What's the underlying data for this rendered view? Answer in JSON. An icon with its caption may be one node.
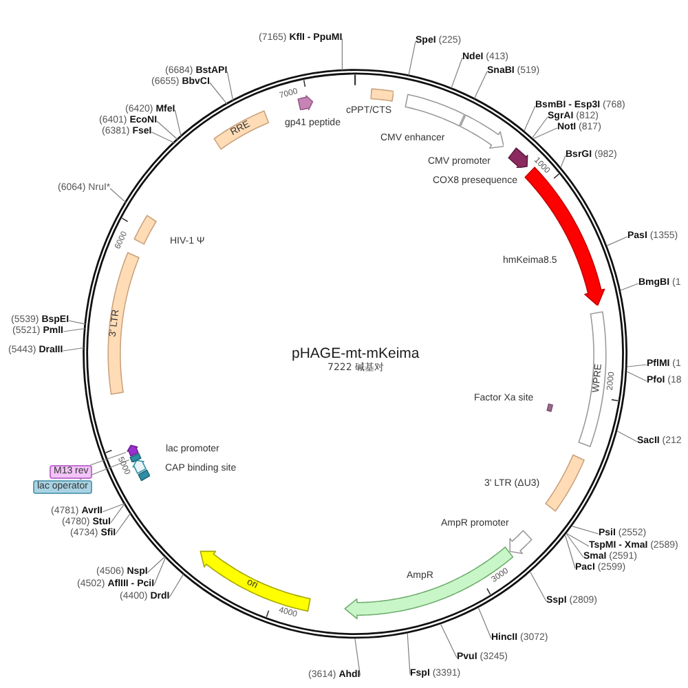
{
  "diagram": {
    "title": "pHAGE-mt-mKeima",
    "nodes": [
      {
        "text": [],
        "shape": "circle"
      },
      {
        "text": [
          "(7165) **KflI - PpuMI**"
        ]
      },
      {
        "text": [
          "**SpeI** (225)"
        ]
      },
      {
        "text": [
          "**NdeI** (413)"
        ]
      },
      {
        "text": [
          "**SnaBI** (519)"
        ]
      },
      {
        "text": [
          "**BsmBI - Esp3I** (768)"
        ]
      },
      {
        "text": [
          "**SgrAI** (812)"
        ]
      },
      {
        "text": [
          "**NotI** (817)"
        ]
      },
      {
        "text": [
          "**BsrGI** (982)"
        ]
      },
      {
        "text": [
          "**PasI** (1355)"
        ]
      },
      {
        "text": [
          "**BmgBI** (1"
        ]
      },
      {
        "text": [
          "**PflMI** (1"
        ]
      },
      {
        "text": [
          "**PfoI** (18"
        ]
      },
      {
        "text": [
          "**SacII** (212"
        ]
      },
      {
        "text": [
          "**PsiI** (2552)"
        ]
      },
      {
        "text": [
          "**TspMI - XmaI** (2589)"
        ]
      },
      {
        "text": [
          "**SmaI** (2591)"
        ]
      },
      {
        "text": [
          "**PacI** (2599)"
        ]
      },
      {
        "text": [
          "**SspI** (2809)"
        ]
      },
      {
        "text": [
          "**HincII** (3072)"
        ]
      },
      {
        "text": [
          "**PvuI** (3245)"
        ]
      },
      {
        "text": [
          "**FspI** (3391)"
        ]
      },
      {
        "text": [
          "(3614) **AhdI**"
        ]
      },
      {
        "text": [
          "(4400) **DrdI**"
        ]
      },
      {
        "text": [
          "(4502) **AflIII - PciI**"
        ]
      },
      {
        "text": [
          "(4506) **NspI**"
        ]
      },
      {
        "text": [
          "(4734) **SfiI**"
        ]
      },
      {
        "text": [
          "(4780) **StuI**"
        ]
      },
      {
        "text": [
          "(4781) **AvrII**"
        ]
      },
      {
        "text": [
          "(5443) **DraIII**"
        ]
      },
      {
        "text": [
          "(5521) **PmlI**"
        ]
      },
      {
        "text": [
          "(5539) **BspEI**"
        ]
      },
      {
        "text": [
          "(6064) NruI*"
        ]
      },
      {
        "text": [
          "(6381) **FseI**"
        ]
      },
      {
        "text": [
          "(6401) **EcoNI**"
        ]
      },
      {
        "text": [
          "(6420) **MfeI**"
        ]
      },
      {
        "text": [
          "(6655) **BbvCI**"
        ]
      },
      {
        "text": [
          "(6684) **BstAPI**"
        ]
      },
      {
        "text": [],
        "shape": "box",
        "beside": [
          "cPPT/CTS"
        ],
        "in": 0
      },
      {
        "text": [],
        "shape": "box",
        "beside": [
          "CMV enhancer"
        ],
        "in": 0
      },
      {
        "text": [],
        "shape": "arrow",
        "beside": [
          "CMV promoter"
        ],
        "in": 0
      },
      {
        "text": [],
        "shape": "arrow",
        "beside": [
          "COX8 presequence"
        ],
        "in": 0
      },
      {
        "text": [],
        "shape": "arrow",
        "beside": [
          "hmKeima8.5"
        ],
        "in": 0
      },
      {
        "text": [
          "WPRE"
        ],
        "in": 0
      },
      {
        "text": [],
        "shape": "bar",
        "beside": [
          "Factor Xa site"
        ],
        "in": 0
      },
      {
        "text": [],
        "shape": "box",
        "beside": [
          "3' LTR (ΔU3)"
        ],
        "in": 0
      },
      {
        "text": [],
        "shape": "arrow",
        "beside": [
          "AmpR promoter"
        ],
        "in": 0
      },
      {
        "text": [],
        "shape": "arrow",
        "beside": [
          "AmpR"
        ],
        "in": 0
      },
      {
        "text": [
          "ori"
        ],
        "in": 0
      },
      {
        "text": [],
        "shape": "bar",
        "beside": [
          "CAP binding site"
        ],
        "in": 0
      },
      {
        "text": [],
        "shape": "arrow",
        "beside": [
          "lac promoter"
        ],
        "in": 0
      },
      {
        "text": [],
        "shape": "bar",
        "in": 0
      },
      {
        "text": [],
        "shape": "arrow",
        "in": 0
      },
      {
        "text": [
          "M13 rev"
        ]
      },
      {
        "text": [
          "lac operator"
        ]
      },
      {
        "text": [
          "3' LTR"
        ],
        "in": 0
      },
      {
        "text": [],
        "shape": "box",
        "beside": [
          "HIV-1 Ψ"
        ],
        "in": 0
      },
      {
        "text": [
          "RRE"
        ],
        "in": 0
      },
      {
        "text": [],
        "shape": "arrow",
        "beside": [
          "gp41 peptide"
        ],
        "in": 0
      }
    ],
    "edges": [
      {
        "from": 1,
        "to": 0,
        "arrow": "none"
      },
      {
        "from": 2,
        "to": 0,
        "arrow": "none"
      },
      {
        "from": 3,
        "to": 0,
        "arrow": "none"
      },
      {
        "from": 4,
        "to": 0,
        "arrow": "none"
      },
      {
        "from": 5,
        "to": 0,
        "arrow": "none"
      },
      {
        "from": 6,
        "to": 0,
        "arrow": "none"
      },
      {
        "from": 7,
        "to": 0,
        "arrow": "none"
      },
      {
        "from": 8,
        "to": 0,
        "arrow": "none"
      },
      {
        "from": 9,
        "to": 0,
        "arrow": "none"
      },
      {
        "from": 10,
        "to": 0,
        "arrow": "none"
      },
      {
        "from": 11,
        "to": 0,
        "arrow": "none"
      },
      {
        "from": 12,
        "to": 0,
        "arrow": "none"
      },
      {
        "from": 13,
        "to": 0,
        "arrow": "none"
      },
      {
        "from": 14,
        "to": 0,
        "arrow": "none"
      },
      {
        "from": 15,
        "to": 0,
        "arrow": "none"
      },
      {
        "from": 16,
        "to": 0,
        "arrow": "none"
      },
      {
        "from": 17,
        "to": 0,
        "arrow": "none"
      },
      {
        "from": 18,
        "to": 0,
        "arrow": "none"
      },
      {
        "from": 19,
        "to": 0,
        "arrow": "none"
      },
      {
        "from": 20,
        "to": 0,
        "arrow": "none"
      },
      {
        "from": 21,
        "to": 0,
        "arrow": "none"
      },
      {
        "from": 22,
        "to": 0,
        "arrow": "none"
      },
      {
        "from": 23,
        "to": 0,
        "arrow": "none"
      },
      {
        "from": 24,
        "to": 0,
        "arrow": "none"
      },
      {
        "from": 25,
        "to": 0,
        "arrow": "none"
      },
      {
        "from": 26,
        "to": 0,
        "arrow": "none"
      },
      {
        "from": 27,
        "to": 0,
        "arrow": "none"
      },
      {
        "from": 28,
        "to": 0,
        "arrow": "none"
      },
      {
        "from": 29,
        "to": 0,
        "arrow": "none"
      },
      {
        "from": 30,
        "to": 0,
        "arrow": "none"
      },
      {
        "from": 31,
        "to": 0,
        "arrow": "none"
      },
      {
        "from": 32,
        "to": 0,
        "arrow": "none"
      },
      {
        "from": 33,
        "to": 0,
        "arrow": "none"
      },
      {
        "from": 34,
        "to": 0,
        "arrow": "none"
      },
      {
        "from": 35,
        "to": 0,
        "arrow": "none"
      },
      {
        "from": 36,
        "to": 0,
        "arrow": "none"
      },
      {
        "from": 37,
        "to": 0,
        "arrow": "none"
      },
      {
        "from": 53,
        "to": 52,
        "arrow": "none"
      },
      {
        "from": 54,
        "to": 51,
        "arrow": "none"
      }
    ],
    "labels": [
      "7222 碱基对",
      "1000",
      "2000",
      "3000",
      "4000",
      "5000",
      "6000",
      "7000"
    ]
  }
}
